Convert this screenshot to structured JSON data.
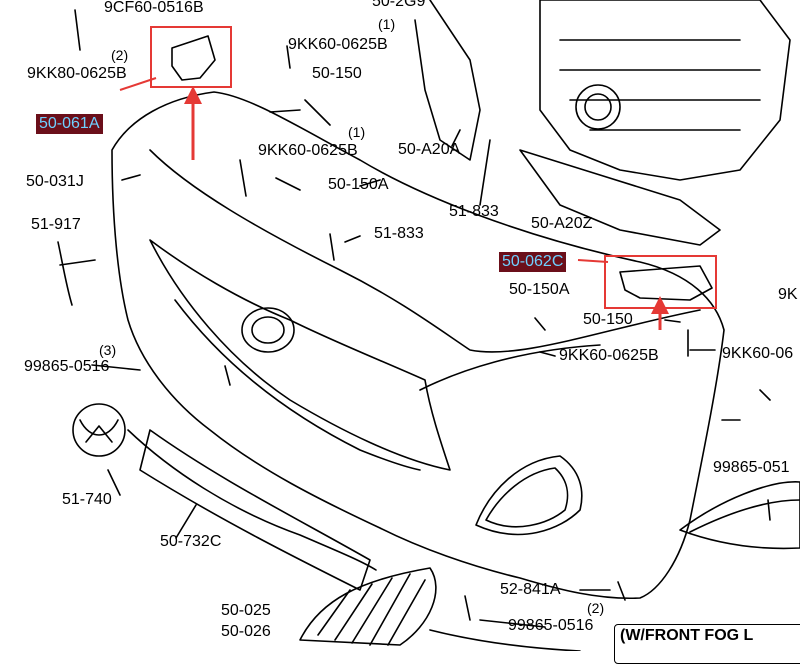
{
  "highlights": {
    "left": "50-061A",
    "right": "50-062C"
  },
  "labels": {
    "p_9cf60": "9CF60-0516B",
    "p_50_2g9": "50-2G9",
    "q1_top": "(1)",
    "q2_left": "(2)",
    "p_9kk80": "9KK80-0625B",
    "p_9kk60_a": "9KK60-0625B",
    "p_50_150": "50-150",
    "q1_mid": "(1)",
    "p_9kk60_b": "9KK60-0625B",
    "p_50_a20a": "50-A20A",
    "p_50_031j": "50-031J",
    "p_50_150a_a": "50-150A",
    "p_51_833_top": "51-833",
    "p_51_917": "51-917",
    "p_51_833_mid": "51-833",
    "p_50_a20z": "50-A20Z",
    "p_9k_right": "9K",
    "p_50_150a_b": "50-150A",
    "p_50_150_b": "50-150",
    "q3": "(3)",
    "p_99865_a": "99865-0516",
    "p_9kk60_c": "9KK60-0625B",
    "p_9kk60_d": "9KK60-06",
    "p_99865_b": "99865-051",
    "p_51_740": "51-740",
    "p_50_732c": "50-732C",
    "p_52_841a": "52-841A",
    "q2_bottom": "(2)",
    "p_50_025": "50-025",
    "p_50_026": "50-026",
    "p_99865_c": "99865-0516",
    "fog_note": "(W/FRONT FOG L"
  },
  "colors": {
    "highlight_bg": "#6b0f1a",
    "highlight_text": "#6fd0ff",
    "callout_red": "#e53935"
  }
}
